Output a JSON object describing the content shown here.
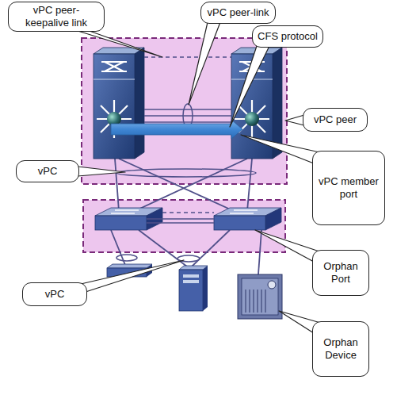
{
  "diagram": {
    "nodes": [
      {
        "text": [
          "vPC peer-keepalive link"
        ]
      },
      {
        "text": [
          "vPC peer-link"
        ]
      },
      {
        "text": [
          "CFS protocol"
        ]
      },
      {
        "text": [
          "vPC peer"
        ]
      },
      {
        "text": [
          "vPC"
        ]
      },
      {
        "text": [
          "vPC member port"
        ]
      },
      {
        "text": [
          "Orphan Port"
        ]
      },
      {
        "text": [
          "vPC"
        ]
      },
      {
        "text": [
          "Orphan Device"
        ]
      }
    ]
  }
}
